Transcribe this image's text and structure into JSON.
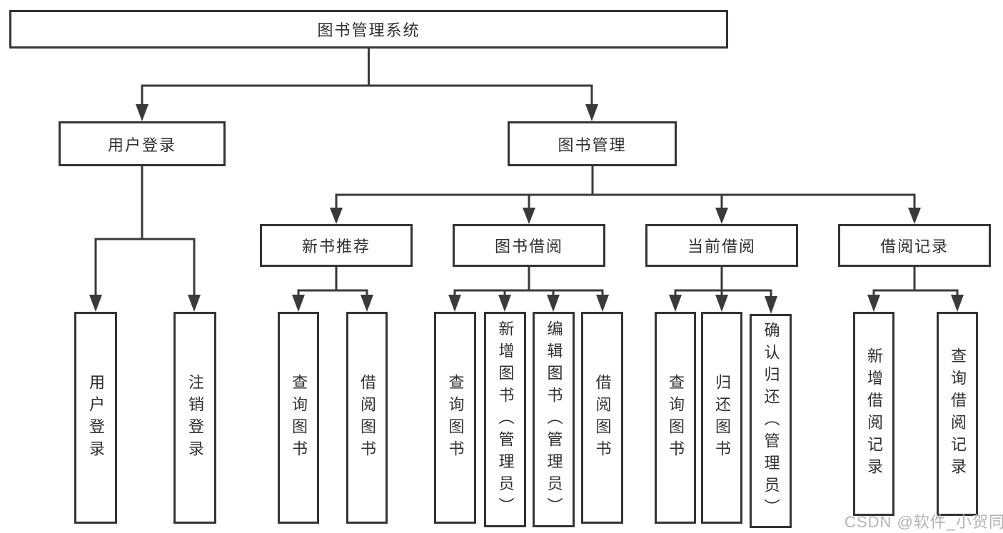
{
  "tree": {
    "label": "图书管理系统",
    "children": [
      {
        "label": "用户登录",
        "children": [
          {
            "label": "用户登录"
          },
          {
            "label": "注销登录"
          }
        ]
      },
      {
        "label": "图书管理",
        "children": [
          {
            "label": "新书推荐",
            "children": [
              {
                "label": "查询图书"
              },
              {
                "label": "借阅图书"
              }
            ]
          },
          {
            "label": "图书借阅",
            "children": [
              {
                "label": "查询图书"
              },
              {
                "label": "新增图书（管理员）"
              },
              {
                "label": "编辑图书（管理员）"
              },
              {
                "label": "借阅图书"
              }
            ]
          },
          {
            "label": "当前借阅",
            "children": [
              {
                "label": "查询图书"
              },
              {
                "label": "归还图书"
              },
              {
                "label": "确认归还（管理员）"
              }
            ]
          },
          {
            "label": "借阅记录",
            "children": [
              {
                "label": "新增借阅记录"
              },
              {
                "label": "查询借阅记录"
              }
            ]
          }
        ]
      }
    ]
  },
  "watermark": {
    "text": "CSDN @软件_小贺同学"
  },
  "colors": {
    "line": "#3a3a3a",
    "box_border": "#343434",
    "text": "#303030",
    "watermark": "#b3b3b3",
    "background": "#ffffff"
  }
}
